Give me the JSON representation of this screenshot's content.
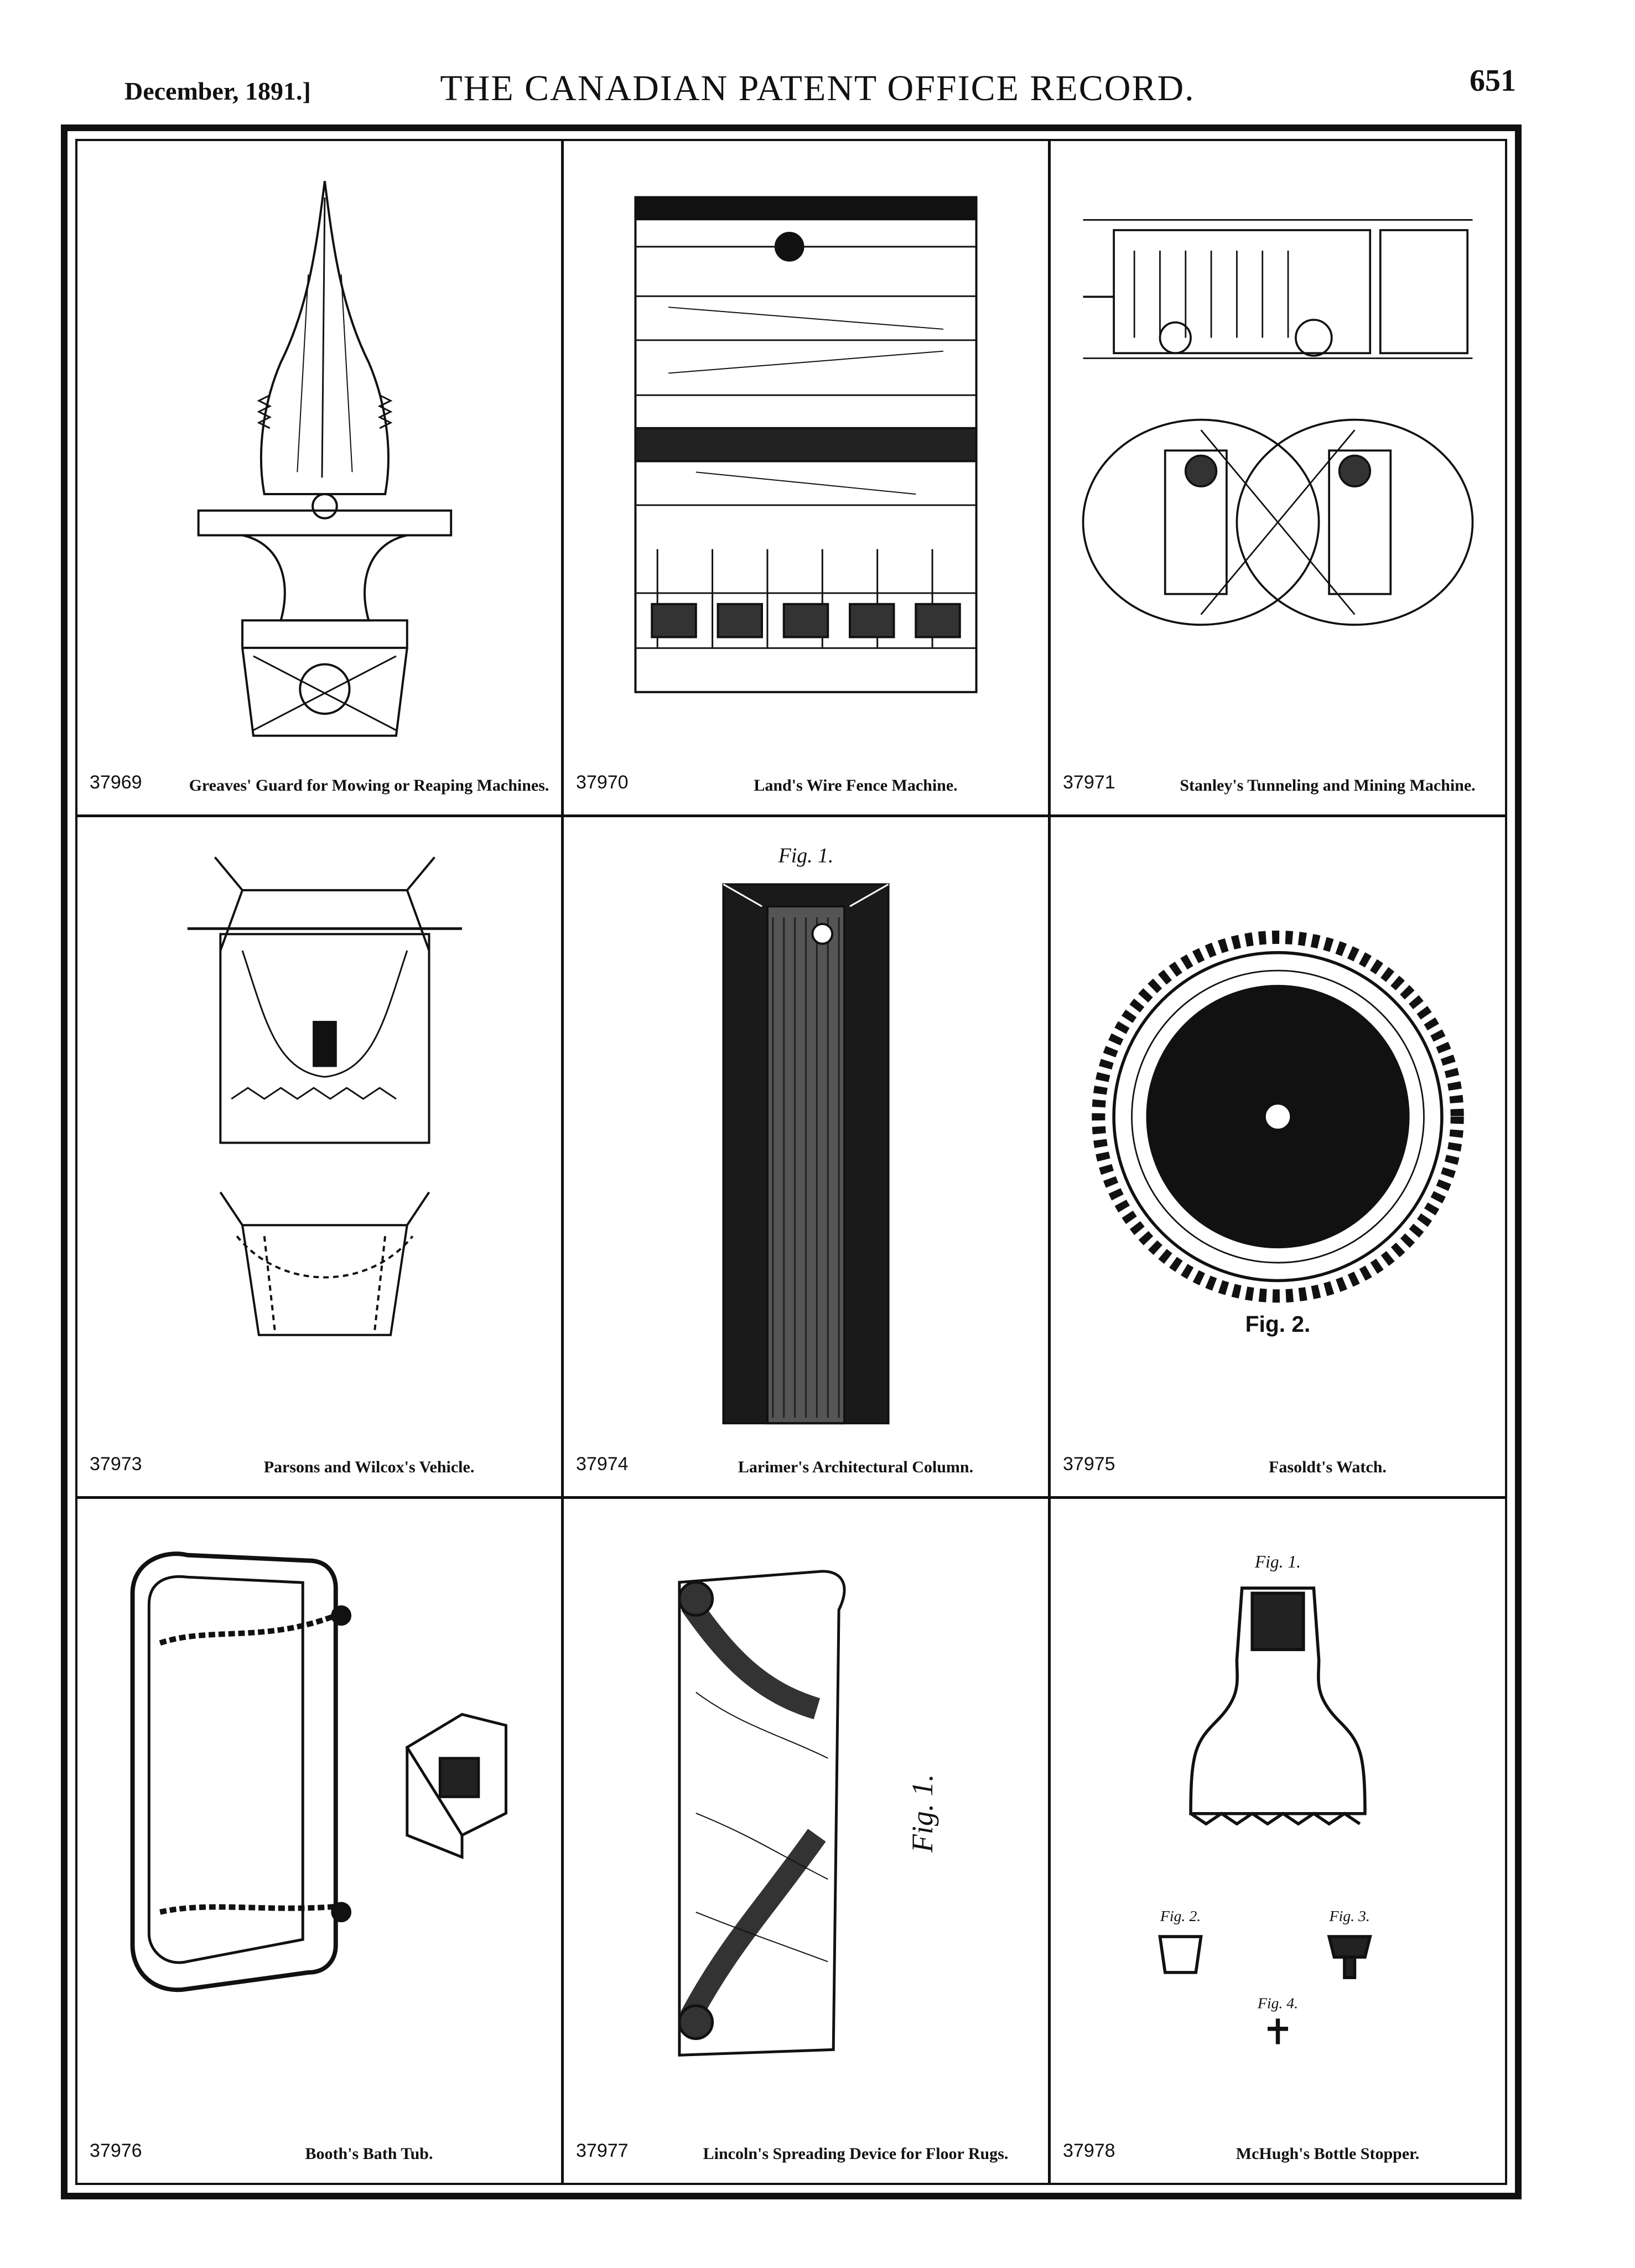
{
  "header": {
    "date": "December, 1891.]",
    "title": "THE CANADIAN PATENT OFFICE RECORD.",
    "page_number": "651"
  },
  "patents": [
    {
      "number": "37969",
      "title": "Greaves' Guard for Mowing or Reaping Machines."
    },
    {
      "number": "37970",
      "title": "Land's Wire Fence Machine."
    },
    {
      "number": "37971",
      "title": "Stanley's Tunneling and Mining Machine."
    },
    {
      "number": "37973",
      "title": "Parsons and Wilcox's Vehicle."
    },
    {
      "number": "37974",
      "title": "Larimer's Architectural Column."
    },
    {
      "number": "37975",
      "title": "Fasoldt's Watch."
    },
    {
      "number": "37976",
      "title": "Booth's Bath Tub."
    },
    {
      "number": "37977",
      "title": "Lincoln's Spreading Device for Floor Rugs."
    },
    {
      "number": "37978",
      "title": "McHugh's Bottle Stopper."
    }
  ],
  "figure_labels": {
    "watch_fig": "Fig. 2.",
    "column_fig": "Fig. 1.",
    "rug_fig": "Fig. 1.",
    "stopper_fig1": "Fig. 1.",
    "stopper_fig2": "Fig. 2.",
    "stopper_fig3": "Fig. 3.",
    "stopper_fig4": "Fig. 4."
  }
}
